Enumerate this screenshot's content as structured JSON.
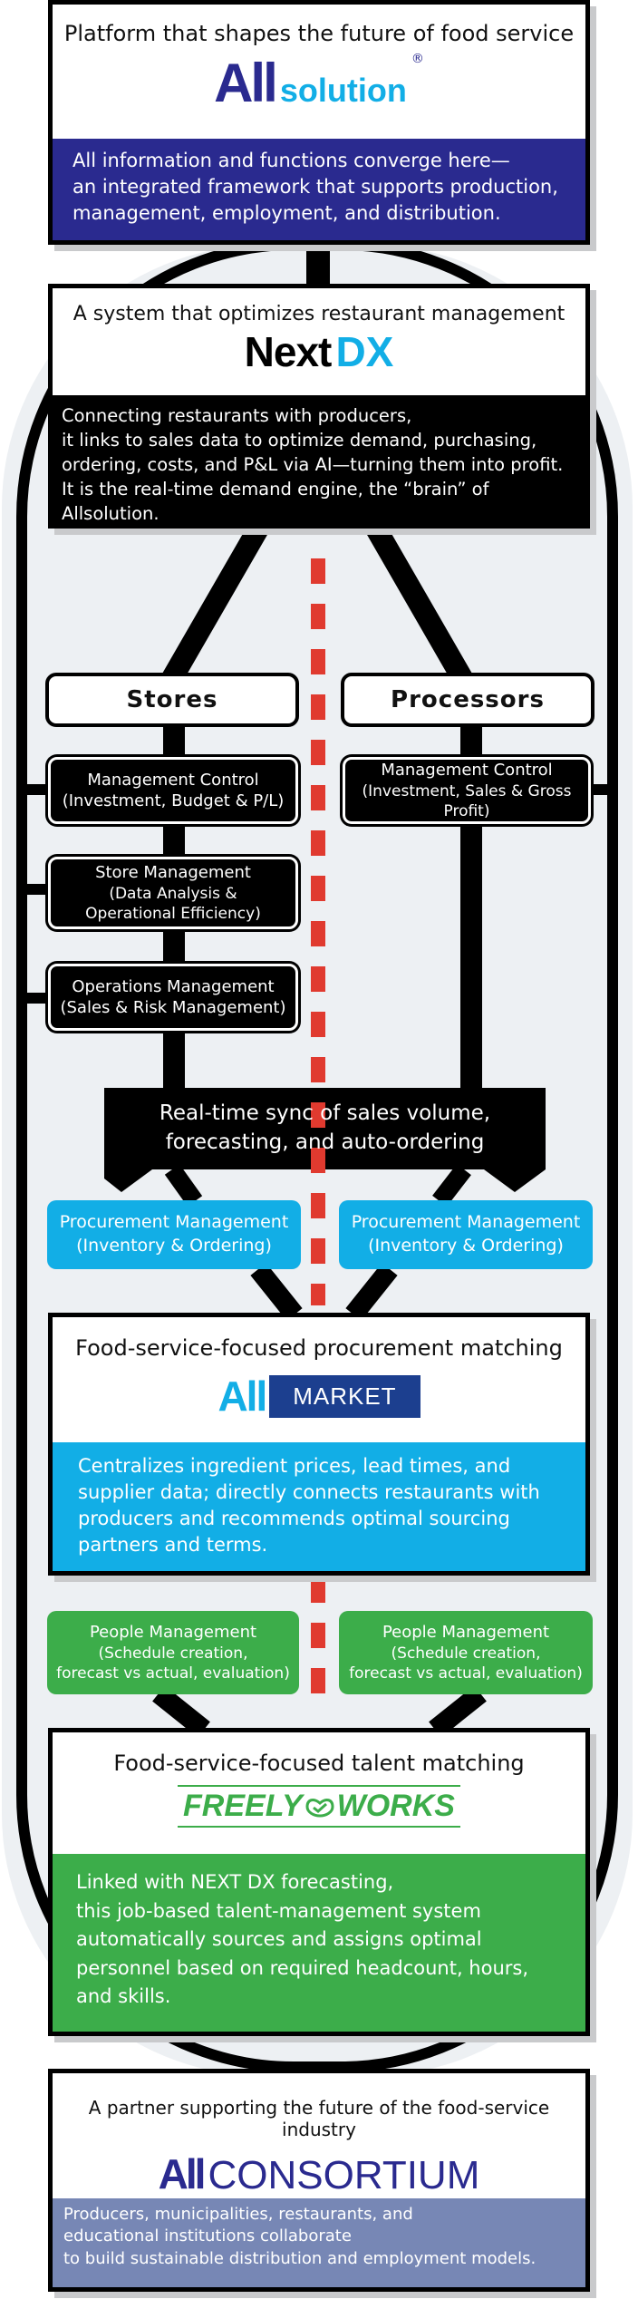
{
  "allsolution": {
    "tagline": "Platform that shapes the future of food service",
    "logo_all": "All",
    "logo_solution": "solution",
    "logo_reg": "®",
    "description": [
      "All information and functions converge here—",
      "an integrated framework that supports production,",
      "management, employment, and distribution."
    ]
  },
  "nextdx": {
    "tagline": "A system that optimizes restaurant management",
    "logo_next": "Next",
    "logo_dx": "DX",
    "description": [
      "Connecting restaurants with producers,",
      "it links to sales data to optimize demand, purchasing,",
      "ordering, costs, and P&L via AI—turning them into profit.",
      "It is the real-time demand engine, the “brain” of Allsolution."
    ]
  },
  "stores": {
    "heading": "Stores",
    "items": [
      {
        "line1": "Management Control",
        "line2": "(Investment, Budget & P/L)"
      },
      {
        "line1": "Store Management",
        "line2": "(Data Analysis &",
        "line3": "Operational Efficiency)"
      },
      {
        "line1": "Operations Management",
        "line2": "(Sales & Risk Management)"
      }
    ],
    "procurement": {
      "line1": "Procurement Management",
      "line2": "(Inventory & Ordering)"
    },
    "people": {
      "line1": "People Management",
      "line2": "(Schedule creation,",
      "line3": "forecast vs actual, evaluation)"
    }
  },
  "processors": {
    "heading": "Processors",
    "items": [
      {
        "line1": "Management Control",
        "line2": "(Investment, Sales & Gross Profit)"
      }
    ],
    "procurement": {
      "line1": "Procurement Management",
      "line2": "(Inventory & Ordering)"
    },
    "people": {
      "line1": "People Management",
      "line2": "(Schedule creation,",
      "line3": "forecast vs actual, evaluation)"
    }
  },
  "sync": {
    "line1": "Real-time sync of sales volume,",
    "line2": "forecasting, and auto-ordering"
  },
  "allmarket": {
    "tagline": "Food-service-focused procurement matching",
    "logo_all": "All",
    "logo_market": "MARKET",
    "description": [
      "Centralizes ingredient prices, lead times, and",
      "supplier data; directly connects restaurants with",
      "producers and recommends optimal sourcing",
      "partners and terms."
    ]
  },
  "freelyworks": {
    "tagline": "Food-service-focused talent matching",
    "logo_left": "FREELY",
    "logo_right": "WORKS",
    "description": [
      "Linked with NEXT DX forecasting,",
      "this job-based talent-management system",
      "automatically sources and assigns optimal",
      "personnel based on required headcount, hours,",
      "and skills."
    ]
  },
  "consortium": {
    "tagline": "A partner supporting the future of the food-service industry",
    "logo_all": "All",
    "logo_word": "CONSORTIUM",
    "description": [
      "Producers, municipalities, restaurants, and",
      "educational institutions collaborate",
      "to build sustainable distribution and employment models."
    ]
  },
  "colors": {
    "navy": "#2a2a8f",
    "black": "#000000",
    "blue": "#12aee6",
    "green": "#3cad4a",
    "slate": "#7787b5",
    "red_dash": "#e03a2f",
    "background_oval": "#edf0f3"
  }
}
